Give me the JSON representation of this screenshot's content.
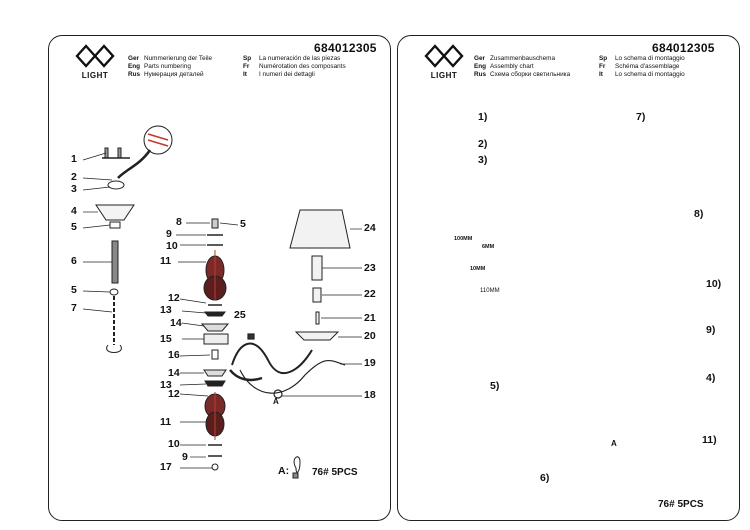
{
  "brand": {
    "logo_text": "LIGHT"
  },
  "left_panel": {
    "model": "684012305",
    "header": [
      {
        "code": "Ger",
        "text": "Nummerierung der Teile"
      },
      {
        "code": "Eng",
        "text": "Parts numbering"
      },
      {
        "code": "Rus",
        "text": "Нумерация деталей"
      }
    ],
    "header_right": [
      {
        "code": "Sp",
        "text": "La numeración de las piezas"
      },
      {
        "code": "Fr",
        "text": "Numérotation des composants"
      },
      {
        "code": "It",
        "text": "I numeri dei dettagli"
      }
    ],
    "labels": {
      "n1": "1",
      "n2": "2",
      "n3": "3",
      "n4": "4",
      "n5a": "5",
      "n6": "6",
      "n5b": "5",
      "n7": "7",
      "n8": "8",
      "n5c": "5",
      "n9a": "9",
      "n10a": "10",
      "n11a": "11",
      "n12a": "12",
      "n13a": "13",
      "n14a": "14",
      "n15": "15",
      "n16": "16",
      "n14b": "14",
      "n13b": "13",
      "n12b": "12",
      "n11b": "11",
      "n10b": "10",
      "n9b": "9",
      "n17": "17",
      "n24": "24",
      "n23": "23",
      "n22": "22",
      "n21": "21",
      "n20": "20",
      "n25": "25",
      "n19": "19",
      "n18": "18",
      "a": "A"
    },
    "bulb_note": {
      "prefix": "A:",
      "text": "76#  5PCS"
    }
  },
  "right_panel": {
    "model": "684012305",
    "header": [
      {
        "code": "Ger",
        "text": "Zusammenbauschema"
      },
      {
        "code": "Eng",
        "text": "Assembly chart"
      },
      {
        "code": "Rus",
        "text": "Схема сборки светильника"
      }
    ],
    "header_right": [
      {
        "code": "Sp",
        "text": "Lo schema di montaggio"
      },
      {
        "code": "Fr",
        "text": "Schéma d'assemblage"
      },
      {
        "code": "It",
        "text": "Lo schema di montaggio"
      }
    ],
    "labels": {
      "s1": "1)",
      "s2": "2)",
      "s3": "3)",
      "s7": "7)",
      "s8": "8)",
      "s10": "10)",
      "s9": "9)",
      "s4": "4)",
      "s5": "5)",
      "s11": "11)",
      "s6": "6)",
      "a": "A"
    },
    "dimensions": {
      "d1": "100MM",
      "d2": "6MM",
      "d3": "10MM",
      "d4": "110MM"
    },
    "bulb_note": {
      "text": "76#  5PCS"
    }
  },
  "colors": {
    "accent": "#c0392b",
    "line": "#222222",
    "wire": "#3cb043"
  }
}
